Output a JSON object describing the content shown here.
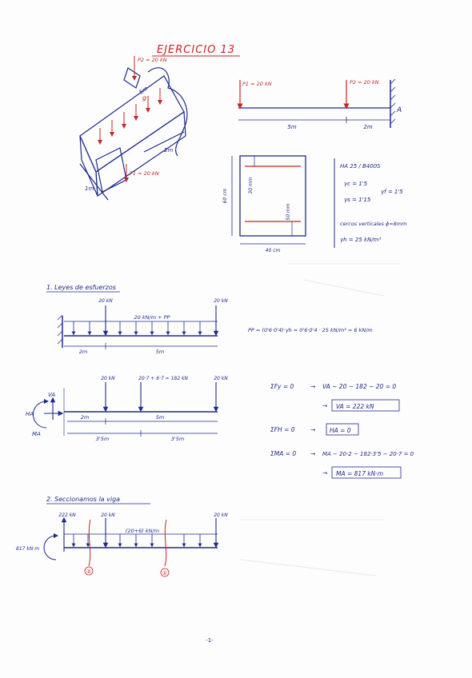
{
  "title": "EJERCICIO 13",
  "page_number": "-1-",
  "perspective": {
    "p1_label": "P1 = 20 kN",
    "p2_label": "P2 = 20 kN",
    "span_5": "5m",
    "span_2": "2m",
    "dim_1": "1m",
    "dist_load": "g"
  },
  "beam_top": {
    "p1_label": "P1 = 20 kN",
    "p2_label": "P2 = 20 kN",
    "support": "A",
    "span_5": "5m",
    "span_2": "2m"
  },
  "section": {
    "height": "60 cm",
    "width": "40 cm",
    "cover_top": "30 mm",
    "cover_bottom": "50 mm"
  },
  "materials": {
    "line1": "HA 25 / B400S",
    "gamma_c": "γc = 1'5",
    "gamma_s": "γs = 1'15",
    "gamma_f": "γf = 1'5",
    "stirrups": "cercos verticales ϕ=8mm",
    "gamma_h": "γh = 25 kN/m³"
  },
  "section1": {
    "heading": "1. Leyes de esfuerzos",
    "load_left": "20 kN",
    "load_right": "20 kN",
    "dist_label": "20 kN/m + PP",
    "span_2": "2m",
    "span_5": "5m",
    "pp_eq": "PP = (0'6·0'4)·γh = 0'6·0'4 · 25 kN/m³ = 6 kN/m"
  },
  "fbd": {
    "load_1": "20 kN",
    "load_resultant": "20·7 + 6·7 = 182 kN",
    "load_end": "20 kN",
    "va": "VA",
    "ha": "HA",
    "ma": "MA",
    "span_2": "2m",
    "span_5": "5m",
    "span_35a": "3'5m",
    "span_35b": "3'5m"
  },
  "equations": {
    "fy": "ΣFy = 0",
    "fy_rhs": "VA − 20 − 182 − 20 = 0",
    "fy_res": "VA = 222 kN",
    "fh": "ΣFH = 0",
    "fh_res": "HA = 0",
    "ma": "ΣMA = 0",
    "ma_rhs": "MA − 20·2 − 182·3'5 − 20·7 = 0",
    "ma_res": "MA = 817 kN·m"
  },
  "section2": {
    "heading": "2. Seccionamos la viga",
    "va": "222 kN",
    "ma": "817 kN·m",
    "load_mid": "20 kN",
    "load_end": "20 kN",
    "dist_label": "(20+6) kN/m",
    "cut_a": "②",
    "cut_b": "①"
  }
}
